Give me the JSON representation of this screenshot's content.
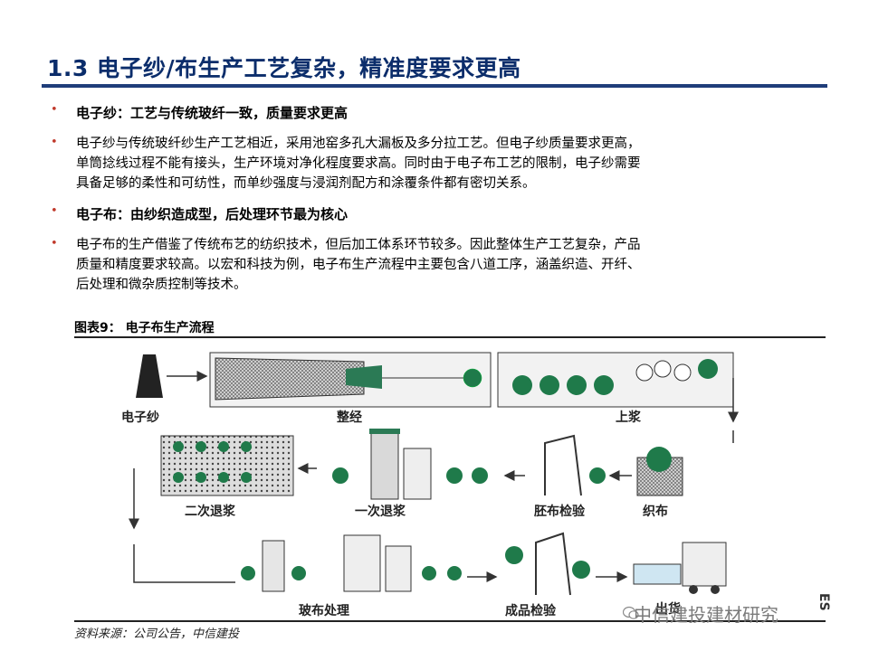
{
  "title": "1.3 电子纱/布生产工艺复杂，精准度要求更高",
  "bullets": [
    {
      "type": "head",
      "text": "电子纱：工艺与传统玻纤一致，质量要求更高"
    },
    {
      "type": "body",
      "lines": [
        "电子纱与传统玻纤纱生产工艺相近，采用池窑多孔大漏板及多分拉工艺。但电子纱质量要求更高，",
        "单筒捻线过程不能有接头，生产环境对净化程度要求高。同时由于电子布工艺的限制，电子纱需要",
        "具备足够的柔性和可纺性，而单纱强度与浸润剂配方和涂覆条件都有密切关系。"
      ]
    },
    {
      "type": "head",
      "text": "电子布：由纱织造成型，后处理环节最为核心"
    },
    {
      "type": "body",
      "lines": [
        "电子布的生产借鉴了传统布艺的纺织技术，但后加工体系环节较多。因此整体生产工艺复杂，产品",
        "质量和精度要求较高。以宏和科技为例，电子布生产流程中主要包含八道工序，涵盖织造、开纤、",
        "后处理和微杂质控制等技术。"
      ]
    }
  ],
  "figure": {
    "title": "图表9：  电子布生产流程",
    "labels": {
      "yarn": "电子纱",
      "warping": "整经",
      "sizing": "上浆",
      "weaving": "织布",
      "grey_inspection": "胚布检验",
      "first_desizing": "一次退浆",
      "second_desizing": "二次退浆",
      "glass_treatment": "玻布处理",
      "final_inspection": "成品检验",
      "shipping": "出货"
    }
  },
  "source": "资料来源：公司公告，中信建投",
  "watermark": "中信建投建材研究",
  "side_logo": "ES",
  "colors": {
    "title": "#0b2d6b",
    "rule": "#1f3d7a",
    "bullet": "#c0392b",
    "roller": "#1f7a4a"
  }
}
